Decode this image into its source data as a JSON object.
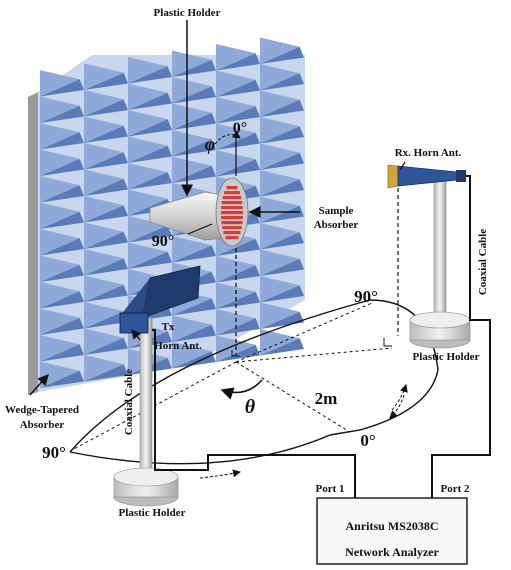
{
  "colors": {
    "absorber_light": "#c8d6ee",
    "absorber_mid": "#8fa9d8",
    "absorber_dark": "#5a7bb8",
    "wall_side": "#9a9a9a",
    "horn_dark": "#1f3b6e",
    "horn_front": "#2d5597",
    "rx_horn_gold": "#d6a23c",
    "sample_red": "#d73b3b",
    "holder_gray": "#d8d8d8",
    "line": "#111111"
  },
  "labels": {
    "plastic_holder_top": "Plastic Holder",
    "zero_deg_top": "0°",
    "phi": "φ",
    "ninety_left_sample": "90°",
    "sample_absorber_line1": "Sample",
    "sample_absorber_line2": "Absorber",
    "rx_horn": "Rx. Horn Ant.",
    "coaxial_cable_right": "Coaxial Cable",
    "tx_horn_line1": "Tx",
    "tx_horn_line2": "Horn Ant.",
    "ninety_arc_top": "90°",
    "plastic_holder_right": "Plastic Holder",
    "theta": "θ",
    "distance": "2m",
    "zero_deg_bottom": "0°",
    "coaxial_cable_left": "Coaxial Cable",
    "ninety_arc_left": "90°",
    "wedge_line1": "Wedge-Tapered",
    "wedge_line2": "Absorber",
    "plastic_holder_bottom": "Plastic Holder",
    "port1": "Port 1",
    "port2": "Port 2",
    "analyzer_line1": "Anritsu MS2038C",
    "analyzer_line2": "Network Analyzer"
  }
}
